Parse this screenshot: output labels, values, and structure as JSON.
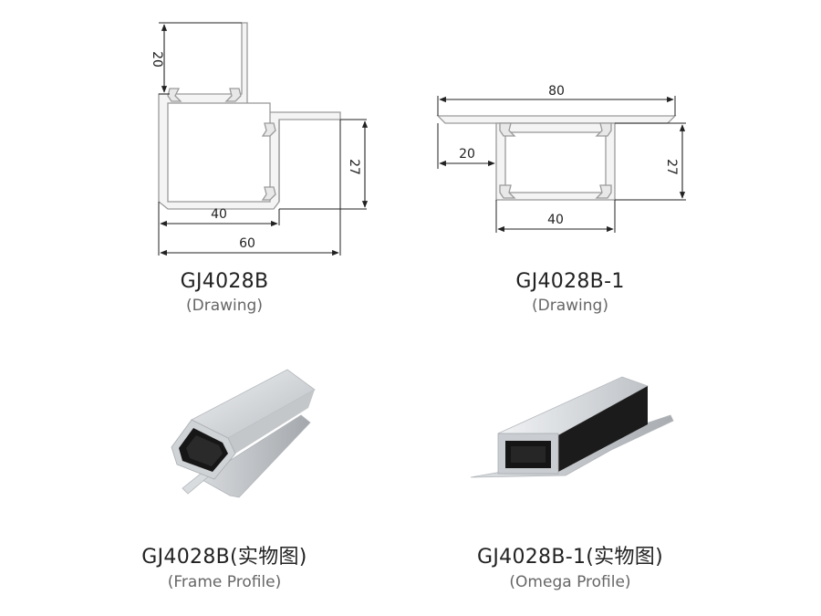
{
  "items": [
    {
      "code": "GJ4028B",
      "sub": "(Drawing)",
      "dims": {
        "top": "20",
        "right": "27",
        "inner": "40",
        "overall": "60"
      }
    },
    {
      "code": "GJ4028B-1",
      "sub": "(Drawing)",
      "dims": {
        "overall": "80",
        "left": "20",
        "right": "27",
        "inner": "40"
      }
    },
    {
      "code": "GJ4028B(实物图)",
      "sub": "(Frame Profile)"
    },
    {
      "code": "GJ4028B-1(实物图)",
      "sub": "(Omega Profile)"
    }
  ],
  "colors": {
    "line": "#222222",
    "profile_outline": "#9a9a9a",
    "profile_fill": "#f4f4f4",
    "aluminum_light": "#e3e5e7",
    "aluminum_mid": "#c7cacd",
    "aluminum_dark": "#9da1a5",
    "insert_black": "#161616"
  }
}
